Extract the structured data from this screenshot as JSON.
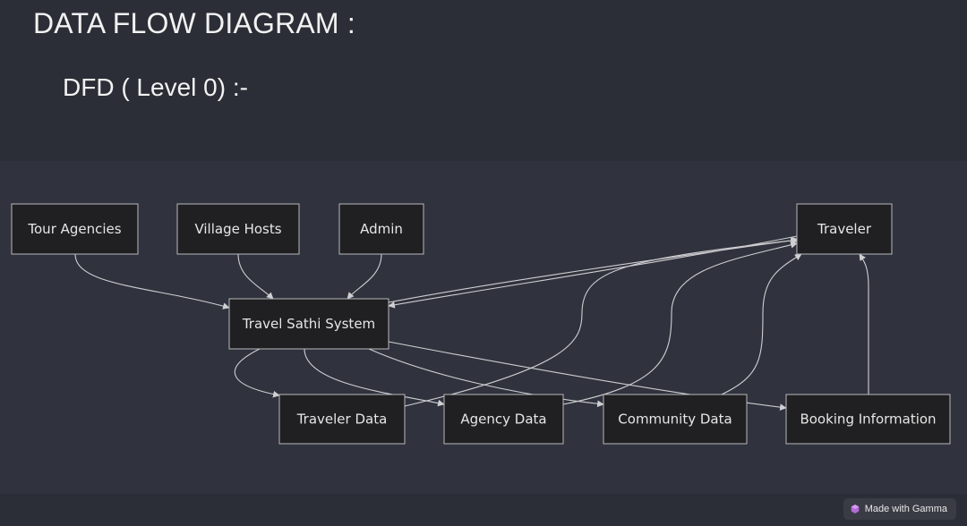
{
  "title": "DATA FLOW DIAGRAM :",
  "subtitle": "DFD ( Level 0) :-",
  "diagram": {
    "nodes": {
      "tour_agencies": "Tour Agencies",
      "village_hosts": "Village Hosts",
      "admin": "Admin",
      "traveler": "Traveler",
      "system": "Travel Sathi System",
      "traveler_data": "Traveler Data",
      "agency_data": "Agency Data",
      "community_data": "Community Data",
      "booking_information": "Booking Information"
    },
    "edges": [
      {
        "from": "Tour Agencies",
        "to": "Travel Sathi System"
      },
      {
        "from": "Village Hosts",
        "to": "Travel Sathi System"
      },
      {
        "from": "Admin",
        "to": "Travel Sathi System"
      },
      {
        "from": "Traveler",
        "to": "Travel Sathi System"
      },
      {
        "from": "Travel Sathi System",
        "to": "Traveler"
      },
      {
        "from": "Travel Sathi System",
        "to": "Traveler Data"
      },
      {
        "from": "Travel Sathi System",
        "to": "Agency Data"
      },
      {
        "from": "Travel Sathi System",
        "to": "Community Data"
      },
      {
        "from": "Travel Sathi System",
        "to": "Booking Information"
      },
      {
        "from": "Traveler Data",
        "to": "Traveler"
      },
      {
        "from": "Agency Data",
        "to": "Traveler"
      },
      {
        "from": "Community Data",
        "to": "Traveler"
      },
      {
        "from": "Booking Information",
        "to": "Traveler"
      }
    ]
  },
  "badge": {
    "label": "Made with Gamma",
    "icon": "gamma-logo-icon",
    "icon_color": "#b36bd6"
  }
}
